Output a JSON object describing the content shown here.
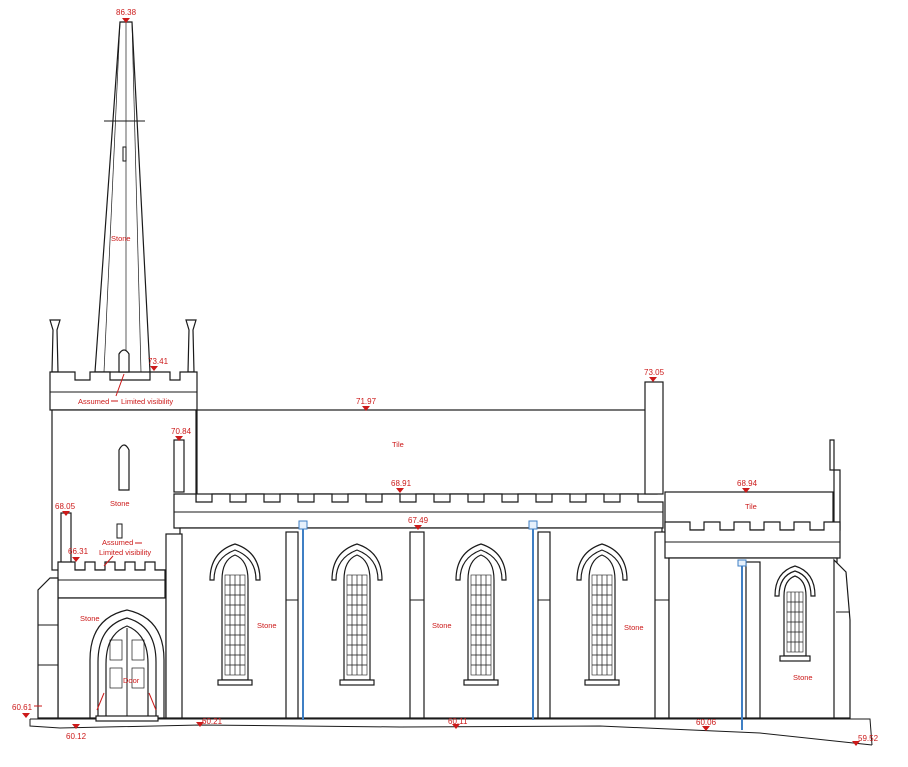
{
  "levels": [
    {
      "value": "86.38"
    },
    {
      "value": "73.41"
    },
    {
      "value": "73.05"
    },
    {
      "value": "71.97"
    },
    {
      "value": "70.84"
    },
    {
      "value": "68.91"
    },
    {
      "value": "68.94"
    },
    {
      "value": "68.05"
    },
    {
      "value": "67.49"
    },
    {
      "value": "66.31"
    },
    {
      "value": "60.61"
    },
    {
      "value": "60.12"
    },
    {
      "value": "60.21"
    },
    {
      "value": "60.11"
    },
    {
      "value": "60.06"
    },
    {
      "value": "59.52"
    }
  ],
  "materials": {
    "spire": "Stone",
    "tower": "Stone",
    "porch": "Stone",
    "nave_roof": "Tile",
    "chancel_roof": "Tile",
    "nave_bay_1": "Stone",
    "nave_bay_2": "Stone",
    "nave_bay_3": "Stone",
    "chancel_wall": "Stone",
    "door": "Door"
  },
  "notes": {
    "tower_top_assumed": "Assumed",
    "tower_top_limited": "Limited visibility",
    "porch_assumed": "Assumed",
    "porch_limited": "Limited visibility"
  },
  "colors": {
    "annotation": "#cc1a1a",
    "downpipe": "#3f7fc4",
    "linework": "#1a1a1a"
  }
}
